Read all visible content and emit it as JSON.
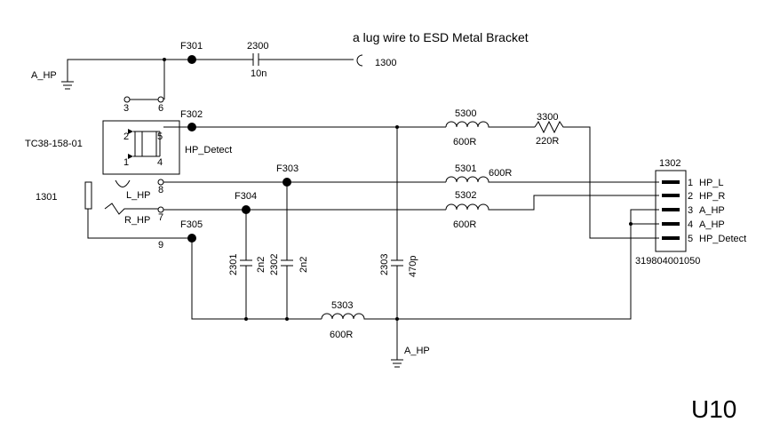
{
  "title_note": "a lug wire to ESD Metal Bracket",
  "sheet_label": "U10",
  "jack": {
    "ref": "TC38-158-01",
    "jack_ref": "1301",
    "pins": [
      "3",
      "6",
      "2",
      "5",
      "1",
      "4",
      "8",
      "7",
      "9"
    ],
    "signal_hp_detect": "HP_Detect",
    "signal_l": "L_HP",
    "signal_r": "R_HP"
  },
  "ground_labels": {
    "top": "A_HP",
    "bottom": "A_HP"
  },
  "lug_ref": "1300",
  "ferrites": [
    "F301",
    "F302",
    "F303",
    "F304",
    "F305"
  ],
  "capacitors": [
    {
      "ref": "2300",
      "value": "10n"
    },
    {
      "ref": "2301",
      "value": "2n2"
    },
    {
      "ref": "2302",
      "value": "2n2"
    },
    {
      "ref": "2303",
      "value": "470p"
    }
  ],
  "inductors": [
    {
      "ref": "5300",
      "value": "600R"
    },
    {
      "ref": "5301",
      "value": "600R"
    },
    {
      "ref": "5302",
      "value": "600R"
    },
    {
      "ref": "5303",
      "value": "600R"
    }
  ],
  "resistor": {
    "ref": "3300",
    "value": "220R"
  },
  "connector": {
    "ref": "1302",
    "part_no": "319804001050",
    "pins": [
      {
        "num": "1",
        "name": "HP_L"
      },
      {
        "num": "2",
        "name": "HP_R"
      },
      {
        "num": "3",
        "name": "A_HP"
      },
      {
        "num": "4",
        "name": "A_HP"
      },
      {
        "num": "5",
        "name": "HP_Detect"
      }
    ]
  }
}
